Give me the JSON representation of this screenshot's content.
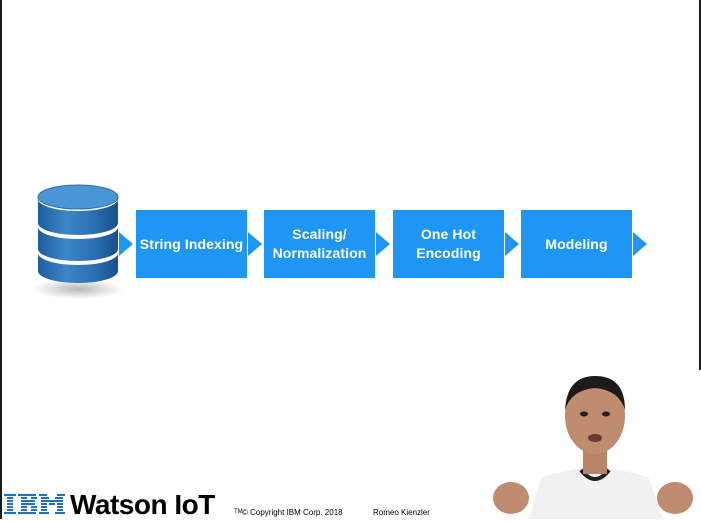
{
  "pipeline": {
    "steps": [
      {
        "line1": "String Indexing",
        "line2": ""
      },
      {
        "line1": "Scaling/",
        "line2": "Normalization"
      },
      {
        "line1": "One Hot",
        "line2": "Encoding"
      },
      {
        "line1": "Modeling",
        "line2": ""
      }
    ],
    "accent_color": "#1f96f3"
  },
  "footer": {
    "ibm_logo": "IBM",
    "product_name": "Watson IoT",
    "trademark": "TM",
    "copyright": "© Copyright IBM Corp. 2018",
    "author": "Romeo Kienzler"
  },
  "icons": {
    "database": "database-icon",
    "arrow": "arrow-right-icon",
    "presenter": "presenter-video"
  }
}
